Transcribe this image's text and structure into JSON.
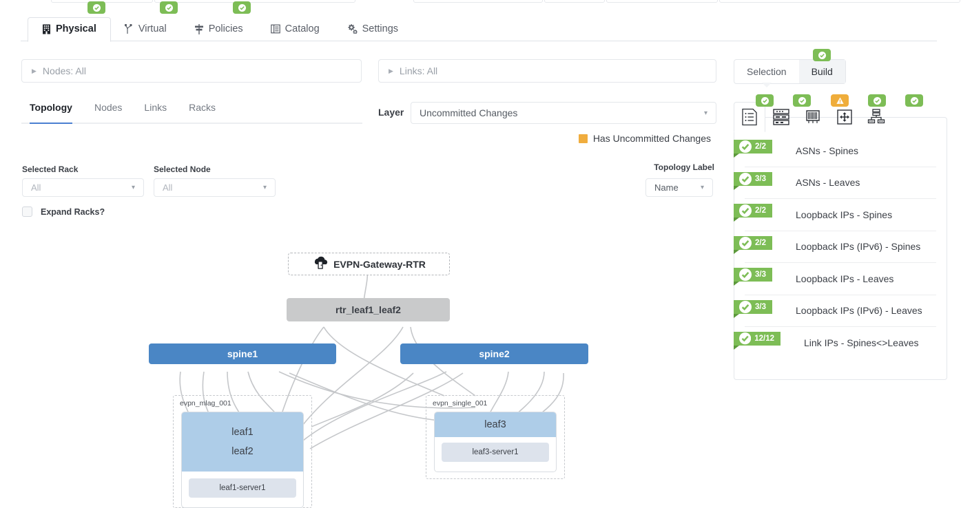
{
  "main_tabs": [
    {
      "label": "Physical",
      "icon": "building-icon",
      "active": true,
      "status": "ok"
    },
    {
      "label": "Virtual",
      "icon": "branch-icon",
      "active": false,
      "status": "ok"
    },
    {
      "label": "Policies",
      "icon": "signpost-icon",
      "active": false,
      "status": "ok"
    },
    {
      "label": "Catalog",
      "icon": "list-icon",
      "active": false,
      "status": null
    },
    {
      "label": "Settings",
      "icon": "gears-icon",
      "active": false,
      "status": null
    }
  ],
  "filters": {
    "nodes": "Nodes: All",
    "links": "Links: All"
  },
  "sub_tabs": [
    {
      "label": "Topology",
      "active": true
    },
    {
      "label": "Nodes",
      "active": false
    },
    {
      "label": "Links",
      "active": false
    },
    {
      "label": "Racks",
      "active": false
    }
  ],
  "layer": {
    "label": "Layer",
    "value": "Uncommitted Changes"
  },
  "legend": {
    "swatch_color": "#f0ad3e",
    "text": "Has Uncommitted Changes"
  },
  "topology_label": {
    "caption": "Topology Label",
    "value": "Name"
  },
  "selected_rack": {
    "caption": "Selected Rack",
    "value": "All"
  },
  "selected_node": {
    "caption": "Selected Node",
    "value": "All"
  },
  "expand_racks": {
    "label": "Expand Racks?",
    "checked": false
  },
  "side_panel": {
    "tabs": [
      {
        "label": "Selection",
        "active": false,
        "status": null
      },
      {
        "label": "Build",
        "active": true,
        "status": "ok"
      }
    ],
    "icon_tabs": [
      {
        "name": "build-summary-icon",
        "active": true,
        "status": "ok"
      },
      {
        "name": "racks-icon",
        "active": false,
        "status": "ok"
      },
      {
        "name": "device-profile-icon",
        "active": false,
        "status": "warn"
      },
      {
        "name": "links-icon",
        "active": false,
        "status": "ok"
      },
      {
        "name": "topology-icon",
        "active": false,
        "status": "ok"
      }
    ],
    "items": [
      {
        "count": "2/2",
        "label": "ASNs - Spines"
      },
      {
        "count": "3/3",
        "label": "ASNs - Leaves"
      },
      {
        "count": "2/2",
        "label": "Loopback IPs - Spines"
      },
      {
        "count": "2/2",
        "label": "Loopback IPs (IPv6) - Spines"
      },
      {
        "count": "3/3",
        "label": "Loopback IPs - Leaves"
      },
      {
        "count": "3/3",
        "label": "Loopback IPs (IPv6) - Leaves"
      },
      {
        "count": "12/12",
        "label": "Link IPs - Spines<>Leaves"
      }
    ]
  },
  "topology": {
    "gateway": {
      "label": "EVPN-Gateway-RTR",
      "icon": "router-cloud-icon"
    },
    "router_group": {
      "label": "rtr_leaf1_leaf2"
    },
    "spines": [
      {
        "label": "spine1"
      },
      {
        "label": "spine2"
      }
    ],
    "racks": [
      {
        "name": "evpn_mlag_001",
        "leaves": [
          "leaf1",
          "leaf2"
        ],
        "servers": [
          "leaf1-server1"
        ]
      },
      {
        "name": "evpn_single_001",
        "leaves": [
          "leaf3"
        ],
        "servers": [
          "leaf3-server1"
        ]
      }
    ],
    "colors": {
      "spine": "#4a86c5",
      "leaf": "#aecde8",
      "server": "#dde3ec",
      "router_group": "#c9cacb"
    }
  }
}
